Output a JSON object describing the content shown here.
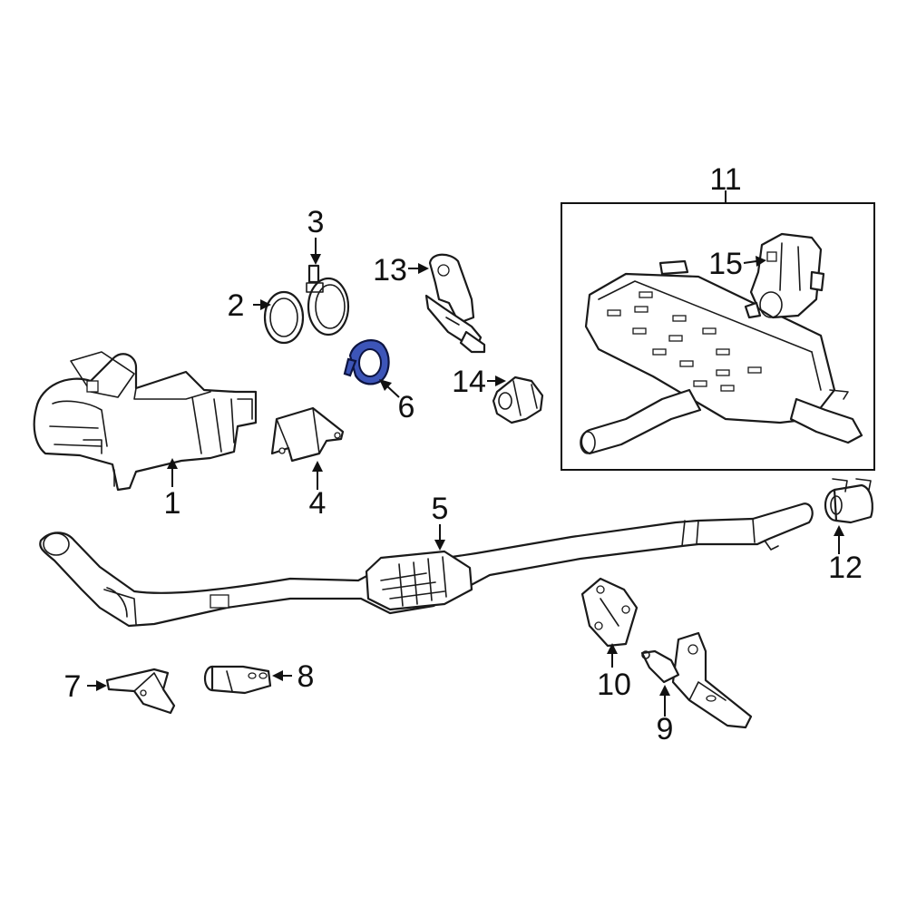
{
  "diagram": {
    "callouts": [
      {
        "id": "1",
        "text": "1"
      },
      {
        "id": "2",
        "text": "2"
      },
      {
        "id": "3",
        "text": "3"
      },
      {
        "id": "4",
        "text": "4"
      },
      {
        "id": "5",
        "text": "5"
      },
      {
        "id": "6",
        "text": "6"
      },
      {
        "id": "7",
        "text": "7"
      },
      {
        "id": "8",
        "text": "8"
      },
      {
        "id": "9",
        "text": "9"
      },
      {
        "id": "10",
        "text": "10"
      },
      {
        "id": "11",
        "text": "11"
      },
      {
        "id": "12",
        "text": "12"
      },
      {
        "id": "13",
        "text": "13"
      },
      {
        "id": "14",
        "text": "14"
      },
      {
        "id": "15",
        "text": "15"
      }
    ],
    "highlighted_part": "6",
    "colors": {
      "highlight_fill": "#3d55b8",
      "highlight_stroke": "#0d1440",
      "line": "#1a1a1a",
      "background": "#ffffff"
    }
  }
}
